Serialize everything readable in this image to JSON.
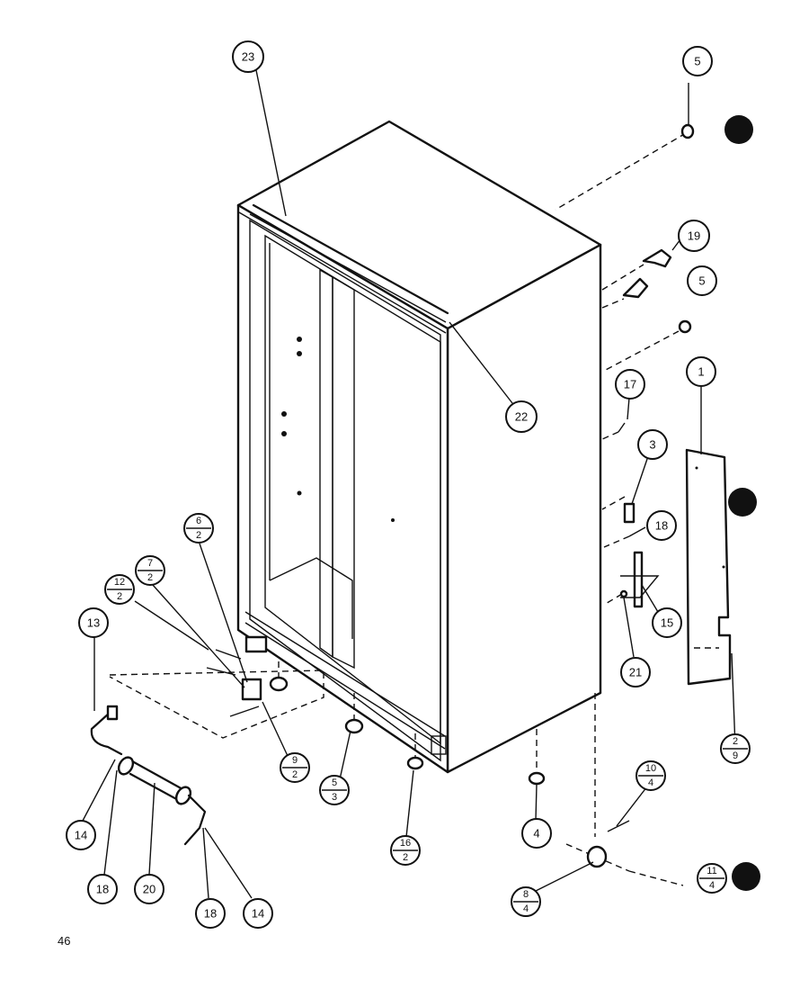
{
  "page_number": "46",
  "callouts": [
    {
      "id": "c23",
      "label": "23"
    },
    {
      "id": "c5a",
      "label": "5"
    },
    {
      "id": "c19",
      "label": "19"
    },
    {
      "id": "c5b",
      "label": "5"
    },
    {
      "id": "c22",
      "label": "22"
    },
    {
      "id": "c1",
      "label": "1"
    },
    {
      "id": "c17",
      "label": "17"
    },
    {
      "id": "c3",
      "label": "3"
    },
    {
      "id": "c18a",
      "label": "18"
    },
    {
      "id": "c15",
      "label": "15"
    },
    {
      "id": "c21",
      "label": "21"
    },
    {
      "id": "c13",
      "label": "13"
    },
    {
      "id": "c14a",
      "label": "14"
    },
    {
      "id": "c18b",
      "label": "18"
    },
    {
      "id": "c20",
      "label": "20"
    },
    {
      "id": "c18c",
      "label": "18"
    },
    {
      "id": "c14b",
      "label": "14"
    },
    {
      "id": "c4",
      "label": "4"
    }
  ],
  "fraction_callouts": [
    {
      "id": "f6_2",
      "top": "6",
      "bottom": "2"
    },
    {
      "id": "f7_2",
      "top": "7",
      "bottom": "2"
    },
    {
      "id": "f12_2",
      "top": "12",
      "bottom": "2"
    },
    {
      "id": "f9_2",
      "top": "9",
      "bottom": "2"
    },
    {
      "id": "f5_3",
      "top": "5",
      "bottom": "3"
    },
    {
      "id": "f16_2",
      "top": "16",
      "bottom": "2"
    },
    {
      "id": "f10_4",
      "top": "10",
      "bottom": "4"
    },
    {
      "id": "f8_4",
      "top": "8",
      "bottom": "4"
    },
    {
      "id": "f11_4",
      "top": "11",
      "bottom": "4"
    },
    {
      "id": "f2_9",
      "top": "2",
      "bottom": "9"
    }
  ]
}
